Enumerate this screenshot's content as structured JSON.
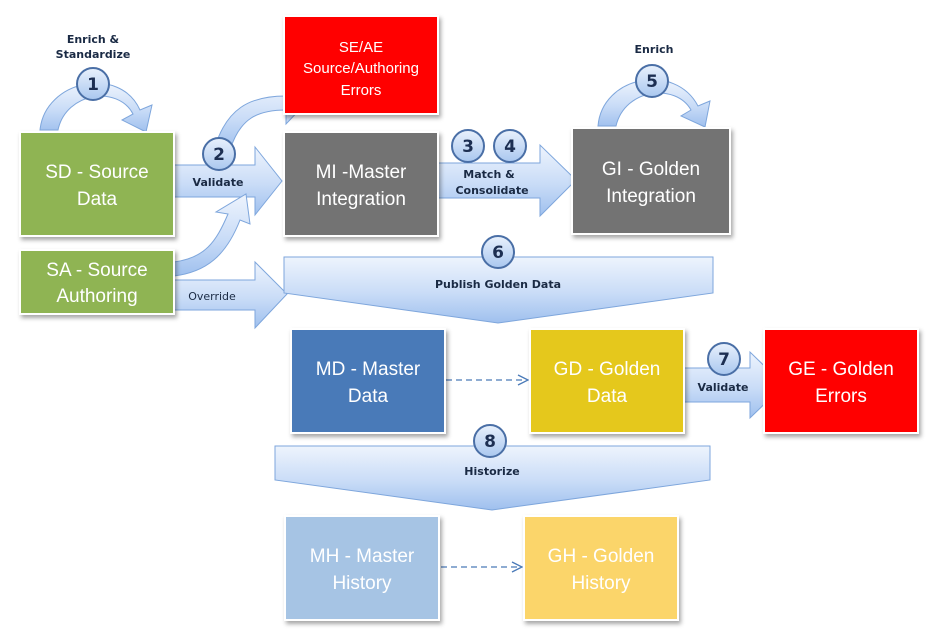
{
  "boxes": {
    "sd": {
      "line1": "SD - Source",
      "line2": "Data",
      "color": "#8fb453"
    },
    "sa": {
      "line1": "SA - Source",
      "line2": "Authoring",
      "color": "#8fb453"
    },
    "se": {
      "line1": "SE/AE",
      "line2": "Source/Authoring",
      "line3": "Errors",
      "color": "#ff0000"
    },
    "mi": {
      "line1": "MI  -Master",
      "line2": "Integration",
      "color": "#737373"
    },
    "gi": {
      "line1": "GI - Golden",
      "line2": "Integration",
      "color": "#737373"
    },
    "md": {
      "line1": "MD - Master",
      "line2": "Data",
      "color": "#4a7ab8"
    },
    "gd": {
      "line1": "GD - Golden",
      "line2": "Data",
      "color": "#e5c81f"
    },
    "ge": {
      "line1": "GE - Golden",
      "line2": "Errors",
      "color": "#ff0000"
    },
    "mh": {
      "line1": "MH - Master",
      "line2": "History",
      "color": "#a6c4e4"
    },
    "gh": {
      "line1": "GH - Golden",
      "line2": "History",
      "color": "#fbd56b"
    }
  },
  "steps": {
    "s1": {
      "number": "1",
      "label_line1": "Enrich &",
      "label_line2": "Standardize"
    },
    "s2": {
      "number": "2",
      "label": "Validate"
    },
    "s3": {
      "number": "3"
    },
    "s4": {
      "number": "4",
      "label_line1": "Match &",
      "label_line2": "Consolidate"
    },
    "s5": {
      "number": "5",
      "label": "Enrich"
    },
    "s6": {
      "number": "6",
      "label": "Publish Golden Data"
    },
    "s7": {
      "number": "7",
      "label": "Validate"
    },
    "s8": {
      "number": "8",
      "label": "Historize"
    }
  },
  "override_label": "Override"
}
